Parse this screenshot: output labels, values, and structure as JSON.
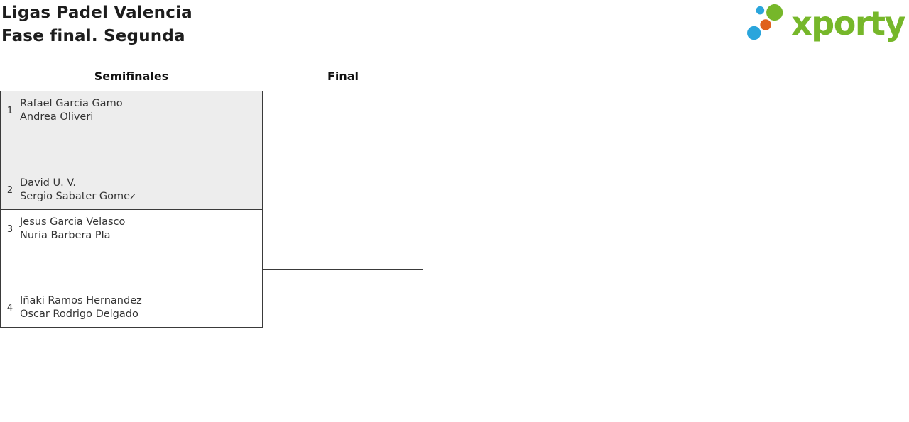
{
  "header": {
    "title": "Ligas Padel Valencia",
    "subtitle": "Fase final. Segunda"
  },
  "logo": {
    "text": "xporty"
  },
  "columns": [
    {
      "label": "Semifinales"
    },
    {
      "label": "Final"
    }
  ],
  "bracket": {
    "semifinals": [
      {
        "teams": [
          {
            "seed": "1",
            "players": [
              "Rafael Garcia Gamo",
              "Andrea Oliveri"
            ]
          },
          {
            "seed": "2",
            "players": [
              "David U. V.",
              "Sergio Sabater Gomez"
            ]
          }
        ]
      },
      {
        "teams": [
          {
            "seed": "3",
            "players": [
              "Jesus Garcia Velasco",
              "Nuria Barbera Pla"
            ]
          },
          {
            "seed": "4",
            "players": [
              "Iñaki Ramos Hernandez",
              "Oscar Rodrigo Delgado"
            ]
          }
        ]
      }
    ],
    "final": {
      "teams": []
    }
  },
  "colors": {
    "highlight_bg": "#ededed",
    "border": "#3a3a3a",
    "text": "#333333",
    "logo_green": "#76b72a",
    "logo_blue": "#2aa5dc",
    "logo_orange": "#e0611d"
  }
}
